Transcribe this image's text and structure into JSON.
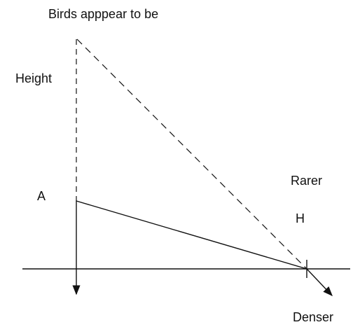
{
  "labels": {
    "title": "Birds apppear to be",
    "height": "Height",
    "point_a": "A",
    "medium_upper": "Rarer",
    "point_h": "H",
    "medium_lower": "Denser"
  }
}
